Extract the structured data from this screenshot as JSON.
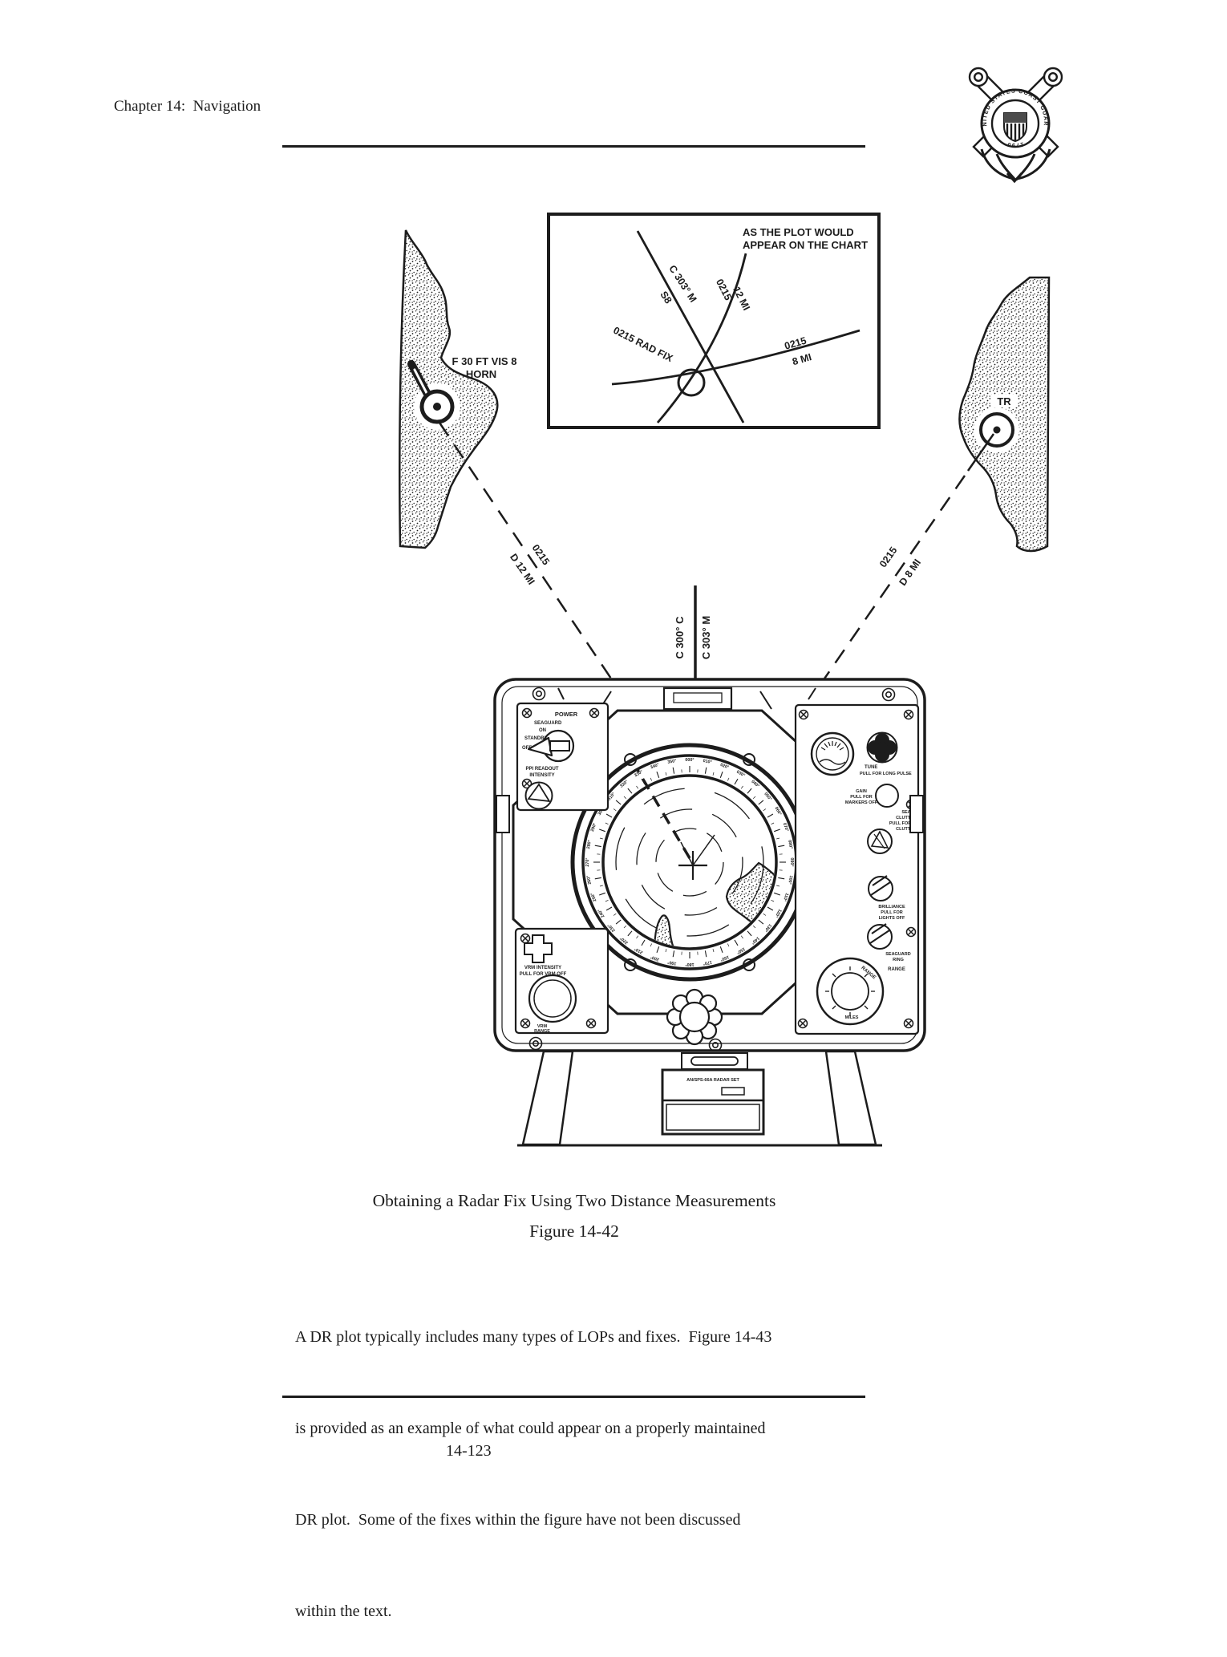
{
  "colors": {
    "ink": "#1c1c1c",
    "paper": "#ffffff"
  },
  "page": {
    "header": "Chapter 14:  Navigation",
    "page_number": "14-123"
  },
  "logo": {
    "ring_text": "UNITED STATES COAST GUARD",
    "year": "1790"
  },
  "figure": {
    "inset": {
      "title_line1": "AS THE PLOT WOULD",
      "title_line2": "APPEAR ON THE CHART",
      "course_label": "C 303° M",
      "speed_label": "S8",
      "lop12_time": "0215",
      "lop12_range": "12 MI",
      "fix_label": "0215 RAD FIX",
      "lop8_time": "0215",
      "lop8_range": "8 MI"
    },
    "lighthouse_label_line1": "F 30 FT VIS 8",
    "lighthouse_label_line2": "HORN",
    "tower_label": "TR",
    "range_left_time": "0215",
    "range_left_dist": "D 12 MI",
    "range_right_time": "0215",
    "range_right_dist": "D 8 MI",
    "course_compass": "C 300° C",
    "course_magnetic": "C 303° M",
    "radar": {
      "power_title": "POWER",
      "power_positions": [
        "SEAGUARD",
        "ON",
        "STANDBY",
        "OFF"
      ],
      "ppi_readout_line1": "PPI READOUT",
      "ppi_readout_line2": "INTENSITY",
      "tune_line1": "TUNE",
      "tune_line2": "PULL FOR LONG PULSE",
      "gain_lines": [
        "GAIN",
        "PULL FOR",
        "MARKERS OFF"
      ],
      "sea_clutter_lines": [
        "SEA",
        "CLUTTER",
        "PULL FOR RAIN",
        "CLUTTER"
      ],
      "brilliance_lines": [
        "BRILLIANCE",
        "PULL FOR",
        "LIGHTS OFF"
      ],
      "seaguard_ring_lines": [
        "SEAGUARD",
        "RING"
      ],
      "range_knob_label": "RANGE",
      "range_panel_label": "RANGE",
      "range_miles_label": "MILES",
      "vrm_intensity_line1": "VRM INTENSITY",
      "vrm_intensity_line2": "PULL FOR VRM OFF",
      "vrm_range_line1": "VRM",
      "vrm_range_line2": "RANGE",
      "nameplate": "AN/SPS-66A RADAR SET",
      "bearing_labels": [
        "000°",
        "010°",
        "020°",
        "030°",
        "040°",
        "050°",
        "060°",
        "070°",
        "080°",
        "090°",
        "100°",
        "110°",
        "120°",
        "130°",
        "140°",
        "150°",
        "160°",
        "170°",
        "180°",
        "190°",
        "200°",
        "210°",
        "220°",
        "230°",
        "240°",
        "250°",
        "260°",
        "270°",
        "280°",
        "290°",
        "300°",
        "310°",
        "320°",
        "330°",
        "340°",
        "350°"
      ]
    }
  },
  "caption": {
    "title": "Obtaining a Radar Fix Using Two Distance Measurements",
    "figure_number": "Figure 14-42"
  },
  "body_lines": [
    "A DR plot typically includes many types of LOPs and fixes.  Figure 14-43",
    "is provided as an example of what could appear on a properly maintained",
    "DR plot.  Some of the fixes within the figure have not been discussed",
    "within the text."
  ]
}
